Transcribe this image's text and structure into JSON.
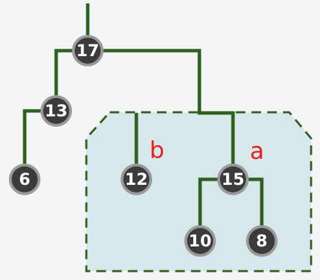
{
  "tree": {
    "nodes": [
      {
        "id": "n17",
        "label": "17"
      },
      {
        "id": "n13",
        "label": "13"
      },
      {
        "id": "n6",
        "label": "6"
      },
      {
        "id": "n12",
        "label": "12"
      },
      {
        "id": "n15",
        "label": "15"
      },
      {
        "id": "n10",
        "label": "10"
      },
      {
        "id": "n8",
        "label": "8"
      }
    ],
    "edges": [
      {
        "from": "n17",
        "to": "n13"
      },
      {
        "from": "n17",
        "to": "n15"
      },
      {
        "from": "n13",
        "to": "n6"
      },
      {
        "from": "n15",
        "to": "n10"
      },
      {
        "from": "n15",
        "to": "n8"
      }
    ],
    "annotations": [
      {
        "id": "annot-b",
        "text": "b",
        "color": "#e8201a"
      },
      {
        "id": "annot-a",
        "text": "a",
        "color": "#e8201a"
      }
    ]
  },
  "colors": {
    "edge": "#2e5f1c",
    "node_fill": "#3b3b3b",
    "node_ring": "#9a9a9a",
    "region_fill": "#d6e8ec",
    "background": "#f4f5f7"
  }
}
